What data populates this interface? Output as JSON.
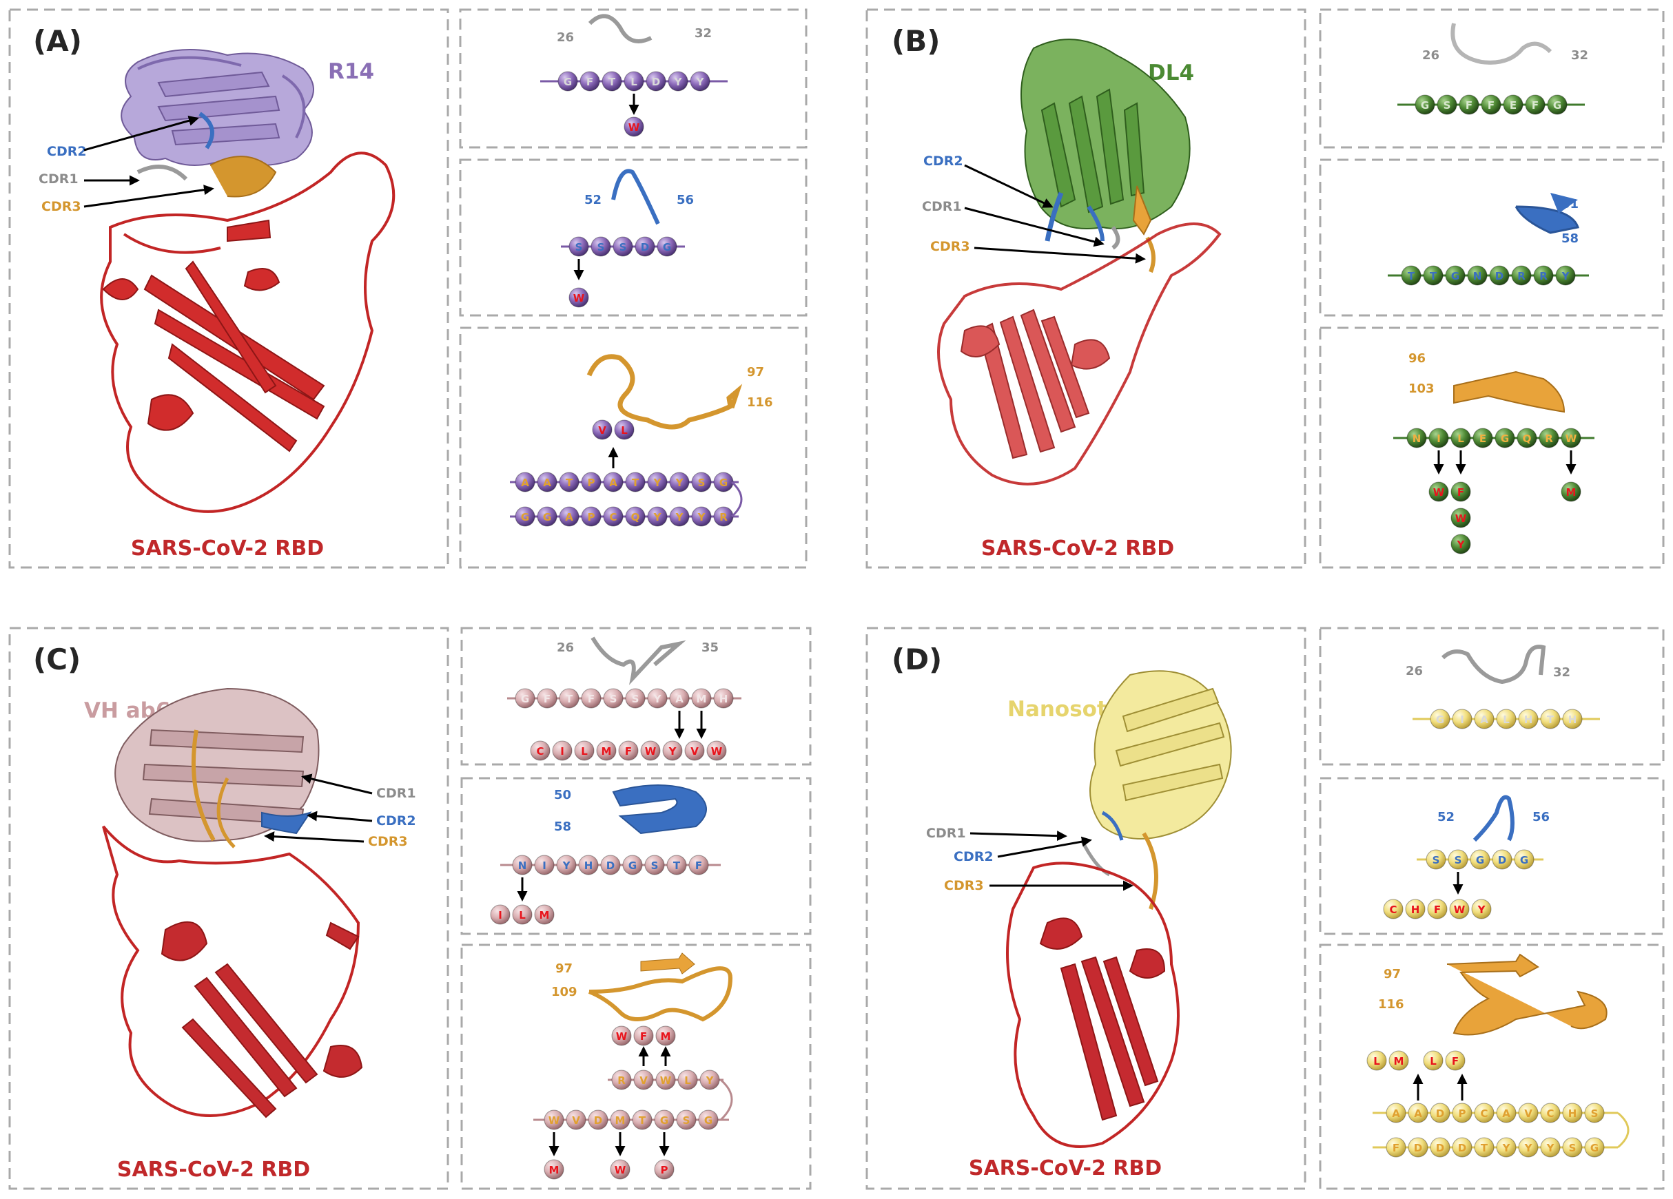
{
  "colors": {
    "rbd": "#c0282a",
    "cdr1": "#8c8c8c",
    "cdr2": "#3a6fc1",
    "cdr3": "#d4962e",
    "red_text": "#e8141c",
    "purple": "#7a5aa6",
    "green": "#3f7a2c",
    "pink": "#c99a9e",
    "yellow": "#e9d46a"
  },
  "panels": {
    "A": {
      "label": "(A)",
      "antibody": "R14",
      "rbd_label": "SARS-CoV-2 RBD",
      "cdr_labels": [
        "CDR2",
        "CDR1",
        "CDR3"
      ],
      "cdr1": {
        "start": "26",
        "end": "32",
        "seq": [
          "G",
          "F",
          "T",
          "L",
          "D",
          "Y",
          "Y"
        ],
        "mut": [
          {
            "at": 3,
            "aa": [
              "W"
            ]
          }
        ]
      },
      "cdr2": {
        "start": "52",
        "end": "56",
        "seq": [
          "S",
          "S",
          "S",
          "D",
          "G"
        ],
        "mut": [
          {
            "at": 0,
            "aa": [
              "W"
            ]
          }
        ]
      },
      "cdr3": {
        "start": "97",
        "end": "116",
        "row1": [
          "A",
          "A",
          "T",
          "P",
          "A",
          "T",
          "Y",
          "Y",
          "S",
          "G"
        ],
        "row2": [
          "G",
          "G",
          "A",
          "P",
          "C",
          "Q",
          "Y",
          "Y",
          "Y",
          "R"
        ],
        "up": [
          "V",
          "L"
        ]
      }
    },
    "B": {
      "label": "(B)",
      "antibody": "DL4",
      "rbd_label": "SARS-CoV-2 RBD",
      "cdr_labels": [
        "CDR2",
        "CDR1",
        "CDR3"
      ],
      "cdr1": {
        "start": "26",
        "end": "32",
        "seq": [
          "G",
          "S",
          "F",
          "F",
          "E",
          "F",
          "G"
        ]
      },
      "cdr2": {
        "start": "51",
        "end": "58",
        "seq": [
          "T",
          "T",
          "G",
          "N",
          "D",
          "R",
          "R",
          "Y"
        ]
      },
      "cdr3": {
        "start": "96",
        "end": "103",
        "seq": [
          "N",
          "I",
          "L",
          "E",
          "G",
          "Q",
          "R",
          "W"
        ],
        "mut": [
          {
            "at": 1,
            "aa": [
              "W"
            ]
          },
          {
            "at": 2,
            "aa": [
              "F",
              "W",
              "Y"
            ]
          },
          {
            "at": 7,
            "aa": [
              "M"
            ]
          }
        ]
      }
    },
    "C": {
      "label": "(C)",
      "antibody": "VH ab6",
      "rbd_label": "SARS-CoV-2 RBD",
      "cdr_labels": [
        "CDR1",
        "CDR2",
        "CDR3"
      ],
      "cdr1": {
        "start": "26",
        "end": "35",
        "seq": [
          "G",
          "F",
          "T",
          "F",
          "S",
          "S",
          "Y",
          "A",
          "M",
          "H"
        ],
        "row2": [
          "C",
          "I",
          "L",
          "M",
          "F",
          "W",
          "Y",
          "V",
          "W"
        ]
      },
      "cdr2": {
        "start": "50",
        "end": "58",
        "seq": [
          "N",
          "I",
          "Y",
          "H",
          "D",
          "G",
          "S",
          "T",
          "F"
        ],
        "mut": [
          "I",
          "L",
          "M"
        ]
      },
      "cdr3": {
        "start": "97",
        "end": "109",
        "up": [
          "W",
          "F",
          "M"
        ],
        "row1": [
          "R",
          "V",
          "W",
          "L",
          "Y"
        ],
        "row2": [
          "W",
          "V",
          "D",
          "M",
          "T",
          "G",
          "S",
          "G"
        ],
        "down": [
          "M",
          "W",
          "P"
        ]
      }
    },
    "D": {
      "label": "(D)",
      "antibody": "Nanosota9",
      "rbd_label": "SARS-CoV-2 RBD",
      "cdr_labels": [
        "CDR1",
        "CDR2",
        "CDR3"
      ],
      "cdr1": {
        "start": "26",
        "end": "32",
        "seq": [
          "G",
          "I",
          "A",
          "L",
          "H",
          "T",
          "H"
        ]
      },
      "cdr2": {
        "start": "52",
        "end": "56",
        "seq": [
          "S",
          "S",
          "G",
          "D",
          "G"
        ],
        "mut": [
          "C",
          "H",
          "F",
          "W",
          "Y"
        ]
      },
      "cdr3": {
        "start": "97",
        "end": "116",
        "up": [
          "L",
          "M",
          "L",
          "F"
        ],
        "row1": [
          "A",
          "A",
          "D",
          "P",
          "C",
          "A",
          "V",
          "C",
          "H",
          "S"
        ],
        "row2": [
          "F",
          "D",
          "D",
          "D",
          "T",
          "Y",
          "Y",
          "Y",
          "S",
          "G"
        ]
      }
    }
  }
}
